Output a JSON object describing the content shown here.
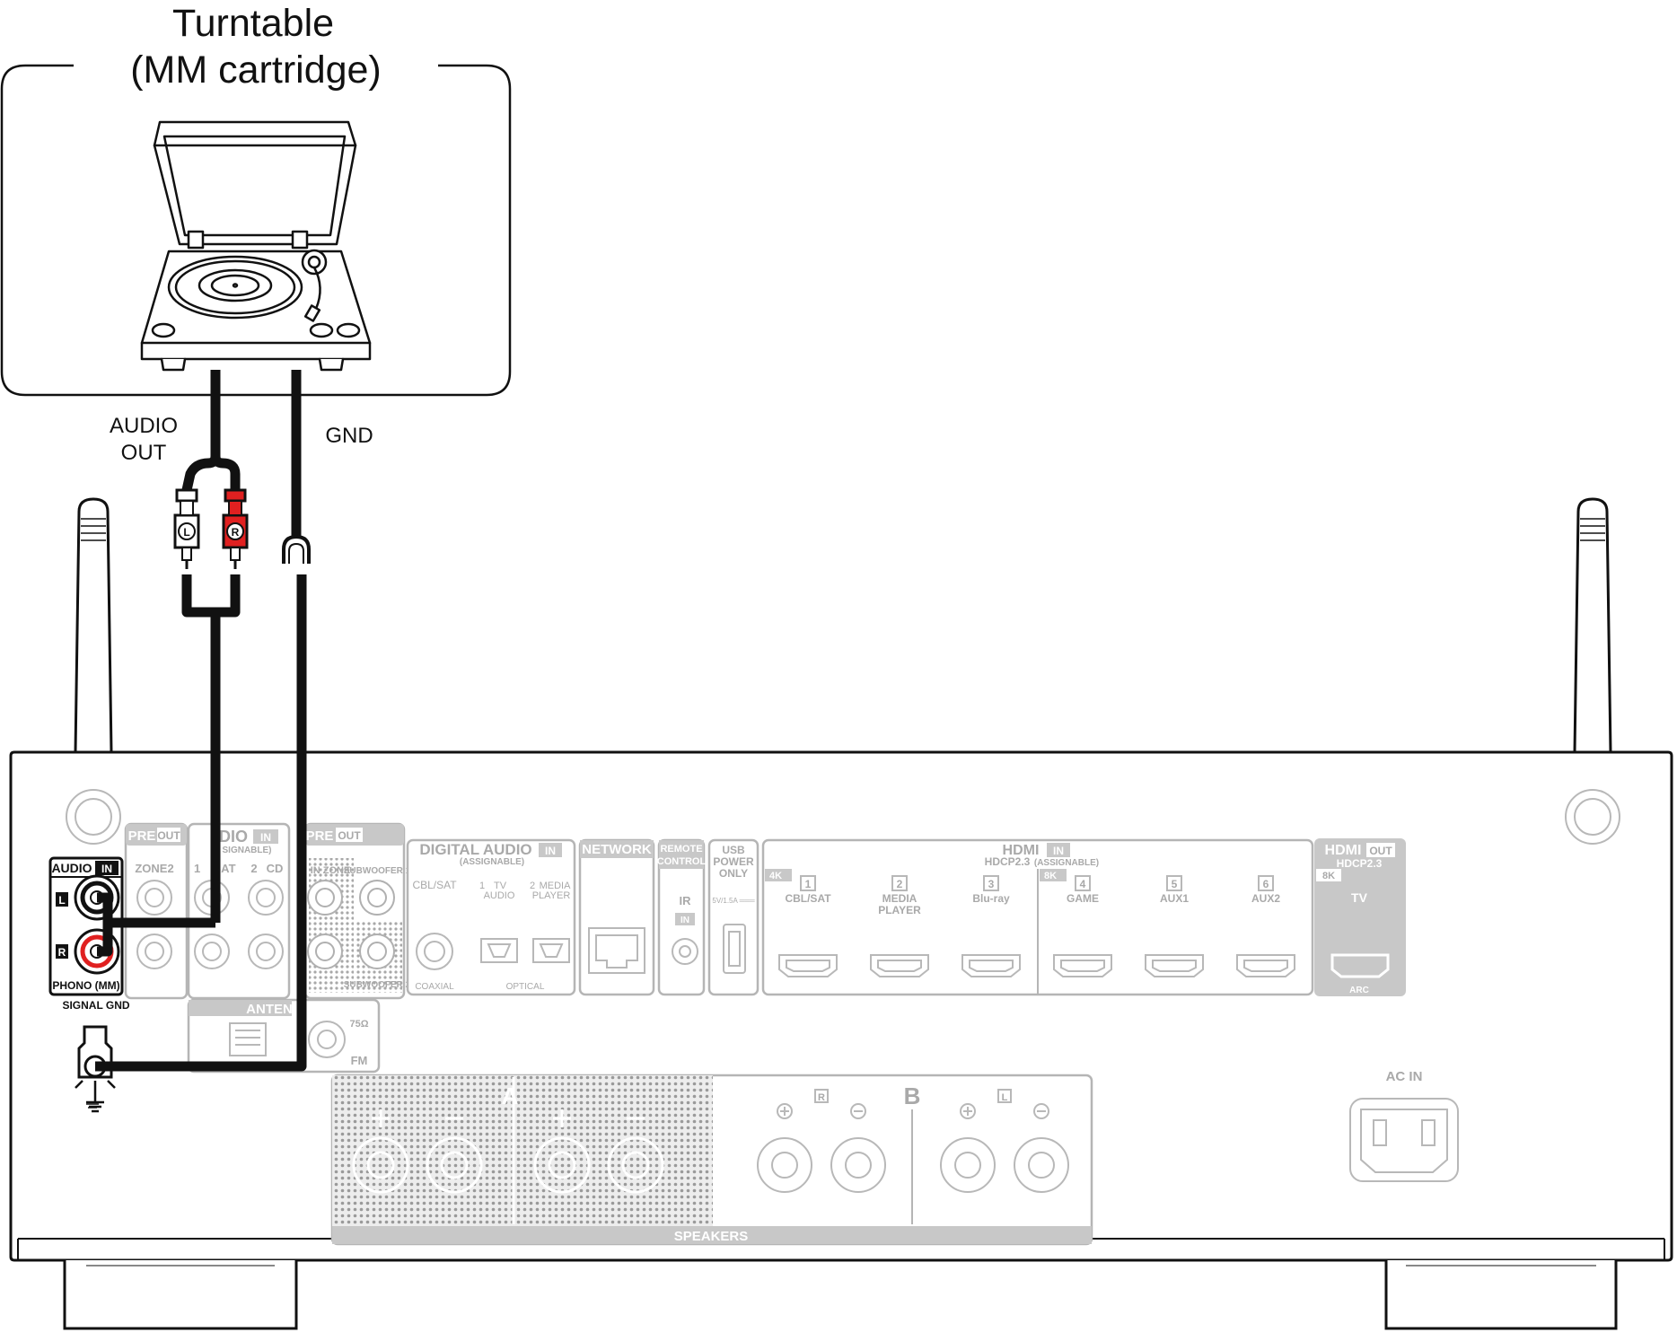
{
  "turntable": {
    "title_line1": "Turntable",
    "title_line2": "(MM cartridge)"
  },
  "cables": {
    "audio_out_line1": "AUDIO",
    "audio_out_line2": "OUT",
    "gnd": "GND",
    "plug_l": "L",
    "plug_r": "R"
  },
  "phono": {
    "header_audio": "AUDIO",
    "header_in": "IN",
    "l": "L",
    "r": "R",
    "footer": "PHONO (MM)",
    "signal_gnd": "SIGNAL GND"
  },
  "receiver": {
    "pre_out_1": "PRE",
    "out_1": "OUT",
    "zone2": "ZONE2",
    "audio_in_partial": "DIO",
    "in_badge": "IN",
    "assignable_partial": "SIGNABLE)",
    "cd_1": "1",
    "sat_partial": "SAT",
    "cd_2": "2",
    "cd": "CD",
    "pre_out_2": "PRE",
    "out_2": "OUT",
    "in_zone": "IN ZONE",
    "subwoofer1": "SUBWOOFER 1",
    "subwoofer2": "SUBWOOFER 2",
    "antenna_partial": "ANTEN",
    "ohm": "75Ω",
    "fm": "FM",
    "digital_audio": "DIGITAL AUDIO",
    "digital_in": "IN",
    "digital_assignable": "(ASSIGNABLE)",
    "cbl_sat": "CBL/SAT",
    "opt1": "1",
    "opt1_tv": "TV",
    "opt1_audio": "AUDIO",
    "opt2": "2",
    "opt2_media": "MEDIA",
    "opt2_player": "PLAYER",
    "coaxial": "COAXIAL",
    "optical": "OPTICAL",
    "network": "NETWORK",
    "remote": "REMOTE",
    "control": "CONTROL",
    "ir": "IR",
    "ir_in": "IN",
    "usb": "USB",
    "power": "POWER",
    "only": "ONLY",
    "usb_rating": "5V/1.5A ═══",
    "hdmi_in": "HDMI",
    "hdmi_in_badge": "IN",
    "hdcp_in": "HDCP2.3",
    "hdcp_assignable": "(ASSIGNABLE)",
    "k4": "4K",
    "k8": "8K",
    "hdmi_ports": [
      {
        "n": "1",
        "l1": "CBL/SAT",
        "l2": ""
      },
      {
        "n": "2",
        "l1": "MEDIA",
        "l2": "PLAYER"
      },
      {
        "n": "3",
        "l1": "Blu-ray",
        "l2": ""
      },
      {
        "n": "4",
        "l1": "GAME",
        "l2": ""
      },
      {
        "n": "5",
        "l1": "AUX1",
        "l2": ""
      },
      {
        "n": "6",
        "l1": "AUX2",
        "l2": ""
      }
    ],
    "hdmi_out": "HDMI",
    "hdmi_out_badge": "OUT",
    "hdcp_out": "HDCP2.3",
    "k8_out": "8K",
    "tv": "TV",
    "arc": "ARC",
    "speakers": "SPEAKERS",
    "spk_a": "A",
    "spk_b": "B",
    "spk_r": "R",
    "spk_l": "L",
    "ac_in": "AC IN"
  }
}
